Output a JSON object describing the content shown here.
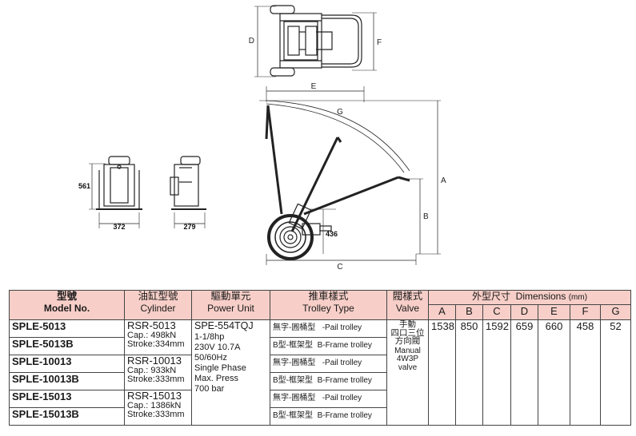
{
  "drawing": {
    "top_view_labels": {
      "depth": "D",
      "width": "F"
    },
    "side_view_labels": {
      "e": "E",
      "g": "G",
      "a": "A",
      "b": "B",
      "c": "C",
      "h": "436"
    },
    "front_view_labels": {
      "height": "561",
      "width": "372"
    },
    "cyl_side_labels": {
      "width": "279"
    }
  },
  "table": {
    "headers": {
      "model_zh": "型號",
      "model_en": "Model No.",
      "cylinder_zh": "油缸型號",
      "cylinder_en": "Cylinder",
      "power_zh": "驅動單元",
      "power_en": "Power Unit",
      "trolley_zh": "推車樣式",
      "trolley_en": "Trolley Type",
      "valve_zh": "閥樣式",
      "valve_en": "Valve",
      "dims_zh": "外型尺寸",
      "dims_en": "Dimensions",
      "dims_unit": "(mm)",
      "dim_letters": [
        "A",
        "B",
        "C",
        "D",
        "E",
        "F",
        "G"
      ]
    },
    "models": [
      "SPLE-5013",
      "SPLE-5013B",
      "SPLE-10013",
      "SPLE-10013B",
      "SPLE-15013",
      "SPLE-15013B"
    ],
    "cylinders": [
      {
        "name": "RSR-5013",
        "cap": "Cap.: 498kN",
        "stroke": "Stroke:334mm"
      },
      {
        "name": "RSR-10013",
        "cap": "Cap.: 933kN",
        "stroke": "Stroke:333mm"
      },
      {
        "name": "RSR-15013",
        "cap": "Cap.: 1386kN",
        "stroke": "Stroke:333mm"
      }
    ],
    "power_unit": {
      "name": "SPE-554TQJ",
      "lines": [
        "1-1/8hp",
        "230V 10.7A",
        "50/60Hz",
        "Single Phase",
        "Max. Press",
        "700 bar"
      ]
    },
    "trolleys": [
      {
        "zh": "無字-圓桶型",
        "en": "-Pail trolley"
      },
      {
        "zh": "B型-框架型",
        "en": "B-Frame trolley"
      },
      {
        "zh": "無字-圓桶型",
        "en": "-Pail trolley"
      },
      {
        "zh": "B型-框架型",
        "en": "B-Frame trolley"
      },
      {
        "zh": "無字-圓桶型",
        "en": "-Pail trolley"
      },
      {
        "zh": "B型-框架型",
        "en": "B-Frame trolley"
      }
    ],
    "valve": {
      "zh_lines": [
        "手動",
        "四口三位",
        "方向閥"
      ],
      "en_lines": [
        "Manual",
        "4W3P",
        "valve"
      ]
    },
    "dim_values": [
      "1538",
      "850",
      "1592",
      "659",
      "660",
      "458",
      "52"
    ]
  }
}
